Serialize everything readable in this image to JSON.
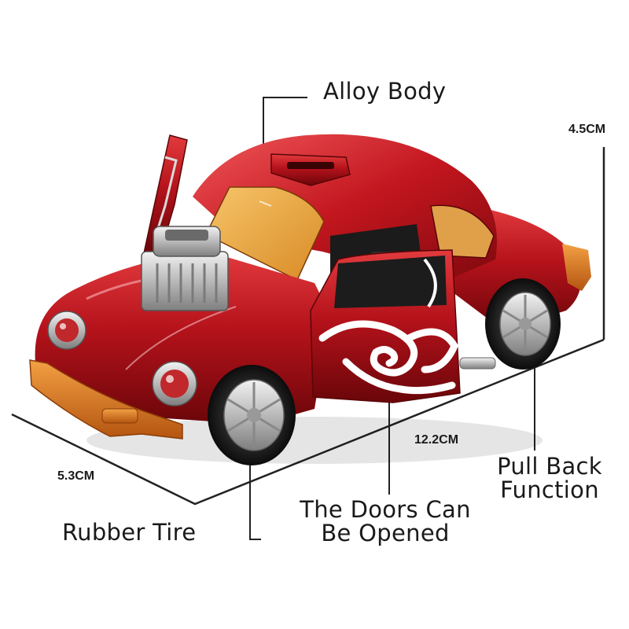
{
  "features": {
    "alloy_body": "Alloy Body",
    "rubber_tire": "Rubber Tire",
    "doors_line1": "The Doors Can",
    "doors_line2": "Be Opened",
    "pull_back_line1": "Pull Back",
    "pull_back_line2": "Function"
  },
  "dimensions": {
    "height": "4.5CM",
    "length": "12.2CM",
    "width": "5.3CM"
  },
  "colors": {
    "body_red": "#b5121b",
    "trim_orange": "#d9701e",
    "window_amber": "#e8a33a",
    "chrome": "#c9c9c9",
    "line": "#222222"
  }
}
